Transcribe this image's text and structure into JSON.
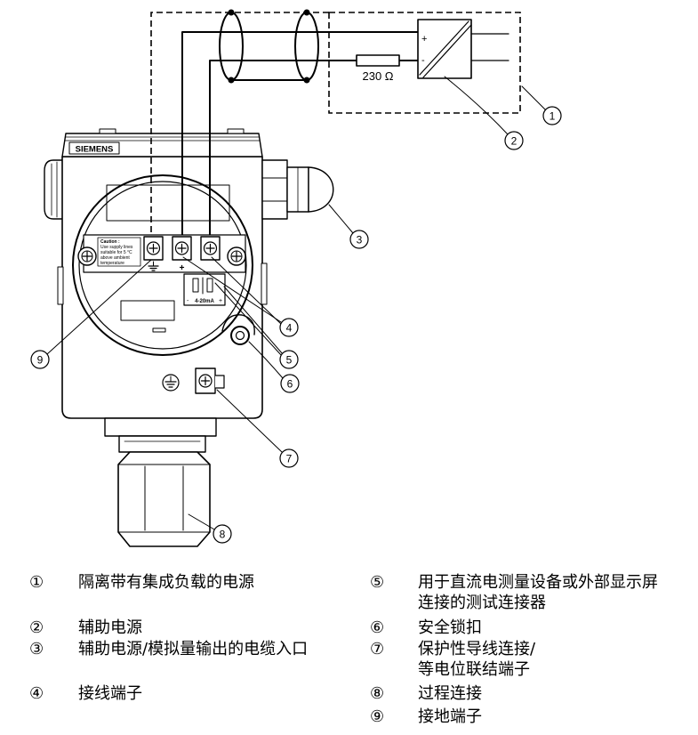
{
  "diagram": {
    "resistor_label": "230 Ω",
    "brand": "SIEMENS",
    "supply_plus": "+",
    "supply_minus": "-",
    "caution_lines": [
      "Caution :",
      "Use supply lines",
      "suitable for 5 °C",
      "above ambient",
      "temperature"
    ],
    "terminal_plus": "+",
    "test_minus": "-",
    "test_connector_label": "4-20mA",
    "test_plus": "+",
    "callouts": [
      "1",
      "2",
      "3",
      "4",
      "5",
      "6",
      "7",
      "8",
      "9"
    ]
  },
  "legend": {
    "items": [
      {
        "marker": "①",
        "lines": [
          "隔离带有集成负载的电源"
        ]
      },
      {
        "marker": "②",
        "lines": [
          "辅助电源"
        ]
      },
      {
        "marker": "③",
        "lines": [
          "辅助电源/模拟量输出的电缆入口"
        ]
      },
      {
        "marker": "④",
        "lines": [
          "接线端子"
        ]
      },
      {
        "marker": "⑤",
        "lines": [
          "用于直流电测量设备或外部显示屏",
          "连接的测试连接器"
        ]
      },
      {
        "marker": "⑥",
        "lines": [
          "安全锁扣"
        ]
      },
      {
        "marker": "⑦",
        "lines": [
          "保护性导线连接/",
          "等电位联结端子"
        ]
      },
      {
        "marker": "⑧",
        "lines": [
          "过程连接"
        ]
      },
      {
        "marker": "⑨",
        "lines": [
          "接地端子"
        ]
      }
    ]
  }
}
